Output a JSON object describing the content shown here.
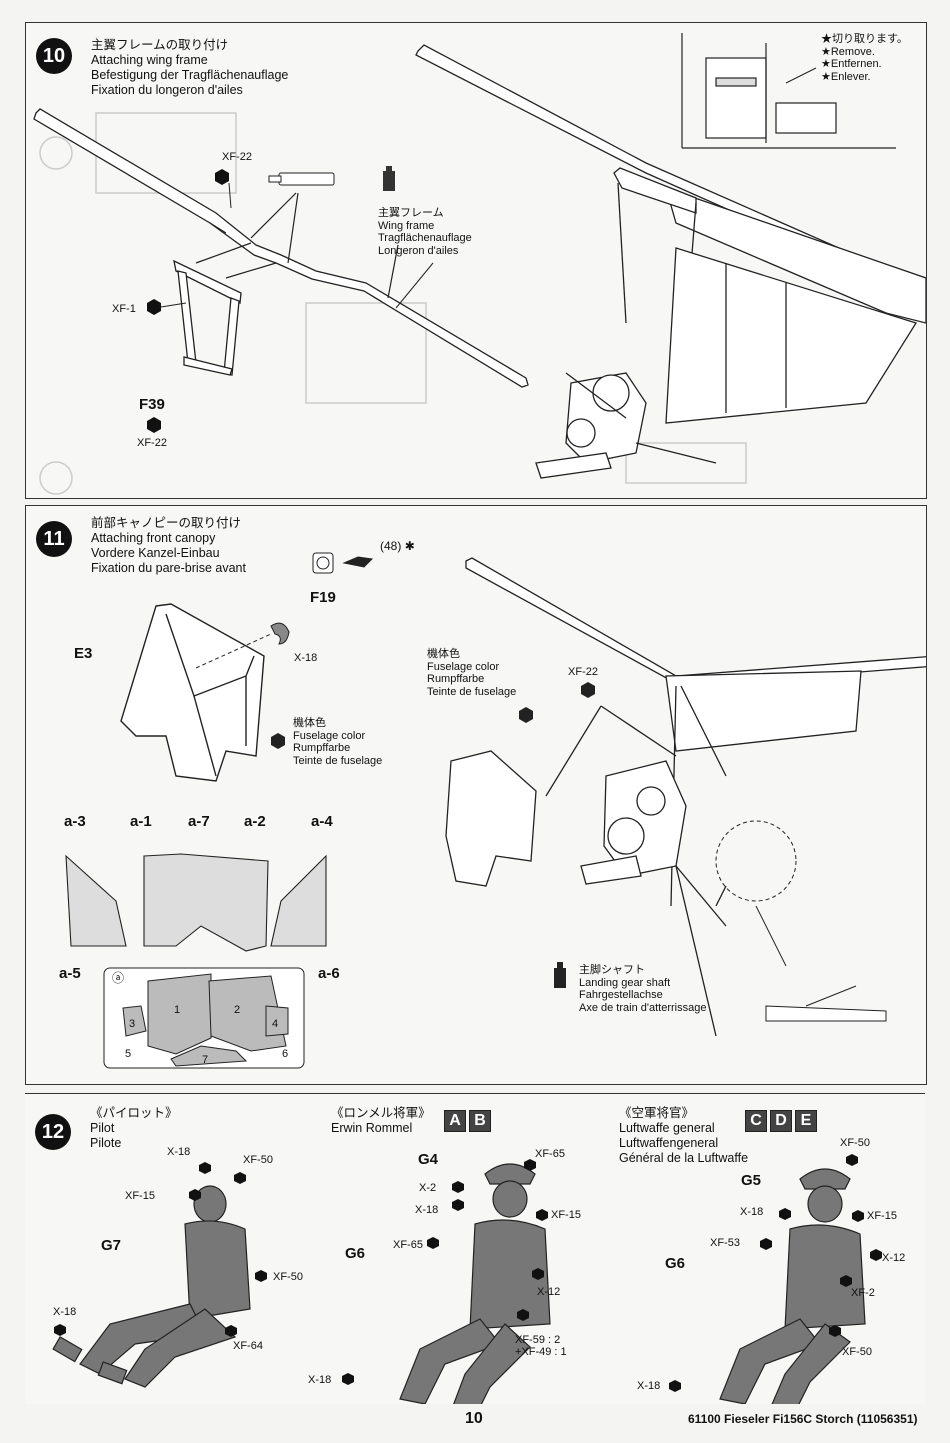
{
  "step10": {
    "number": "10",
    "title_jp": "主翼フレームの取り付け",
    "title_en": "Attaching wing frame",
    "title_de": "Befestigung der Tragflächenauflage",
    "title_fr": "Fixation du longeron d'ailes",
    "paint_xf22_top": "XF-22",
    "paint_xf1": "XF-1",
    "part_f39": "F39",
    "paint_xf22_bottom": "XF-22",
    "wing_frame_jp": "主翼フレーム",
    "wing_frame_en": "Wing frame",
    "wing_frame_de": "Tragflächenauflage",
    "wing_frame_fr": "Longeron d'ailes",
    "remove_jp": "★切り取ります。",
    "remove_en": "★Remove.",
    "remove_de": "★Entfernen.",
    "remove_fr": "★Enlever."
  },
  "step11": {
    "number": "11",
    "title_jp": "前部キャノピーの取り付け",
    "title_en": "Attaching front canopy",
    "title_de": "Vordere Kanzel-Einbau",
    "title_fr": "Fixation du pare-brise avant",
    "cement_num": "48",
    "part_f19": "F19",
    "paint_x18": "X-18",
    "part_e3": "E3",
    "fuselage_jp": "機体色",
    "fuselage_en": "Fuselage color",
    "fuselage_de": "Rumpffarbe",
    "fuselage_fr": "Teinte de fuselage",
    "fuselage2_jp": "機体色",
    "fuselage2_en": "Fuselage color",
    "fuselage2_de": "Rumpffarbe",
    "fuselage2_fr": "Teinte de fuselage",
    "paint_xf22": "XF-22",
    "decals": [
      "a-3",
      "a-1",
      "a-7",
      "a-2",
      "a-4",
      "a-5",
      "a-6"
    ],
    "mask_label": "ⓐ",
    "mask_numbers": [
      "1",
      "2",
      "3",
      "4",
      "5",
      "6",
      "7"
    ],
    "gear_jp": "主脚シャフト",
    "gear_en": "Landing gear shaft",
    "gear_de": "Fahrgestellachse",
    "gear_fr": "Axe de train d'atterrissage"
  },
  "step12": {
    "number": "12",
    "pilot": {
      "title_jp": "《パイロット》",
      "title_en": "Pilot",
      "title_fr": "Pilote",
      "x18_top": "X-18",
      "xf50_top": "XF-50",
      "xf15": "XF-15",
      "part_g7": "G7",
      "xf50_body": "XF-50",
      "x18_left": "X-18",
      "xf64": "XF-64"
    },
    "rommel": {
      "title_jp": "《ロンメル将軍》",
      "title_en": "Erwin Rommel",
      "badges": [
        "A",
        "B"
      ],
      "part_g4": "G4",
      "xf65_top": "XF-65",
      "x2": "X-2",
      "x18_head": "X-18",
      "xf15": "XF-15",
      "part_g6": "G6",
      "xf65_arm": "XF-65",
      "x12": "X-12",
      "mix1": "XF-59 : 2",
      "mix2": "+XF-49 : 1",
      "x18_boot": "X-18"
    },
    "general": {
      "title_jp": "《空軍将官》",
      "title_en": "Luftwaffe general",
      "title_de": "Luftwaffengeneral",
      "title_fr": "Général de la Luftwaffe",
      "badges": [
        "C",
        "D",
        "E"
      ],
      "xf50_top": "XF-50",
      "part_g5": "G5",
      "x18_head": "X-18",
      "xf15": "XF-15",
      "xf53": "XF-53",
      "x12": "X-12",
      "part_g6": "G6",
      "xf2": "XF-2",
      "xf50_legs": "XF-50",
      "x18_boot": "X-18"
    }
  },
  "footer": {
    "page": "10",
    "product": "61100  Fieseler Fi156C Storch (11056351)"
  }
}
